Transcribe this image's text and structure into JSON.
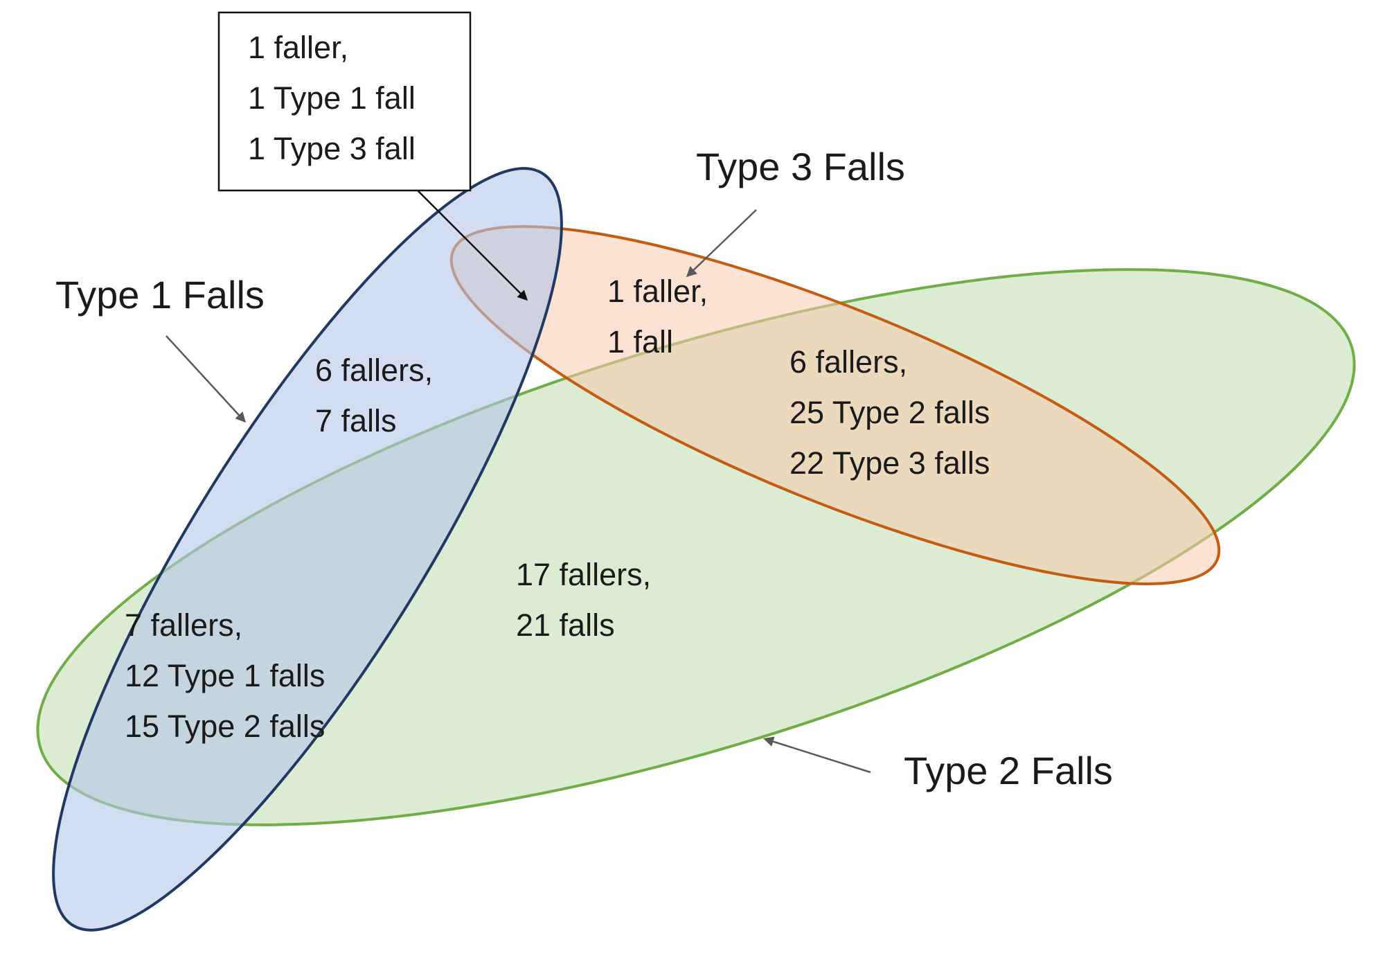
{
  "colors": {
    "type1_fill": "#b4c6e7",
    "type1_stroke": "#1f3864",
    "type2_fill": "#c5e0b4",
    "type2_stroke": "#70ad47",
    "type3_fill": "#f8cbad",
    "type3_stroke": "#c55a11",
    "arrow": "#595959"
  },
  "sets": {
    "type1": {
      "label": "Type 1 Falls"
    },
    "type2": {
      "label": "Type 2 Falls"
    },
    "type3": {
      "label": "Type 3 Falls"
    }
  },
  "regions": {
    "type1_type3": {
      "lines": [
        "1 faller,",
        "1 Type 1 fall",
        "1 Type 3 fall"
      ]
    },
    "type3_only": {
      "lines": [
        "1 faller,",
        "1 fall"
      ]
    },
    "type1_only": {
      "lines": [
        "6 fallers,",
        "7 falls"
      ]
    },
    "type2_type3": {
      "lines": [
        "6 fallers,",
        "25 Type 2 falls",
        "22 Type 3 falls"
      ]
    },
    "type2_only": {
      "lines": [
        "17 fallers,",
        "21 falls"
      ]
    },
    "type1_type2": {
      "lines": [
        "7 fallers,",
        "12 Type 1 falls",
        "15 Type 2 falls"
      ]
    }
  }
}
